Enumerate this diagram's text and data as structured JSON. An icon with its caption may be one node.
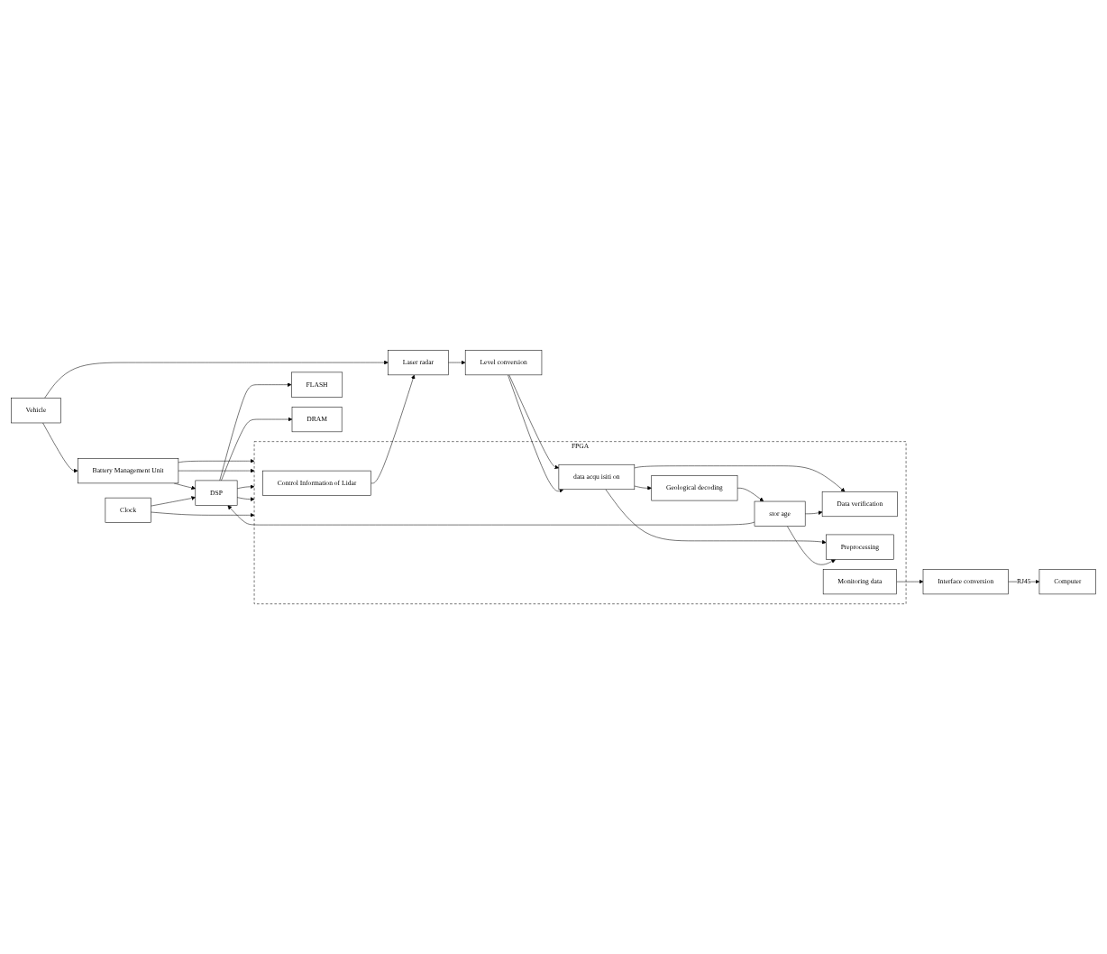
{
  "diagram": {
    "nodes": [
      {
        "text": [
          "Battery Management Unit"
        ]
      },
      {
        "text": [
          "FPGA"
        ]
      },
      {
        "text": [
          "Control Information of Lidar"
        ],
        "in": 1
      },
      {
        "text": [
          "Data verification"
        ],
        "in": 1
      },
      {
        "text": [
          "data acqu isiti on"
        ],
        "in": 1
      },
      {
        "text": [
          "Geological decoding"
        ],
        "in": 1
      },
      {
        "text": [
          "stor age"
        ],
        "in": 1
      },
      {
        "text": [
          "Preprocessing"
        ],
        "in": 1
      },
      {
        "text": [
          "Monitoring data"
        ],
        "in": 1
      },
      {
        "text": [
          "Vehicle"
        ]
      },
      {
        "text": [
          "Level conversion"
        ]
      },
      {
        "text": [
          "Laser radar"
        ]
      },
      {
        "text": [
          "DSP"
        ]
      },
      {
        "text": [
          "FLASH"
        ]
      },
      {
        "text": [
          "DRAM"
        ]
      },
      {
        "text": [
          "Clock"
        ]
      },
      {
        "text": [
          "Computer"
        ]
      },
      {
        "text": [
          "Interface conversion"
        ]
      }
    ],
    "edges": [
      {
        "from": 9,
        "to": 0,
        "arrow": "to"
      },
      {
        "from": 0,
        "to": 1,
        "arrow": "to"
      },
      {
        "from": 0,
        "to": 1,
        "arrow": "to"
      },
      {
        "from": 0,
        "to": 12,
        "arrow": "to"
      },
      {
        "from": 12,
        "to": 1,
        "arrow": "to"
      },
      {
        "from": 12,
        "to": 13,
        "arrow": "to"
      },
      {
        "from": 2,
        "to": 11,
        "arrow": "to"
      },
      {
        "from": 9,
        "to": 11,
        "arrow": "to"
      },
      {
        "from": 11,
        "to": 10,
        "arrow": "to"
      },
      {
        "from": 10,
        "to": 4,
        "arrow": "to"
      },
      {
        "from": 10,
        "to": 4,
        "arrow": "to"
      },
      {
        "from": 4,
        "to": 3,
        "arrow": "to"
      },
      {
        "from": 4,
        "to": 5,
        "arrow": "to"
      },
      {
        "from": 4,
        "to": 7,
        "arrow": "to"
      },
      {
        "from": 6,
        "to": 3,
        "arrow": "to"
      },
      {
        "from": 5,
        "to": 6,
        "arrow": "to"
      },
      {
        "from": 6,
        "to": 7,
        "arrow": "to"
      },
      {
        "from": 6,
        "to": 12,
        "arrow": "to"
      },
      {
        "from": 12,
        "to": 14,
        "arrow": "to"
      },
      {
        "from": 12,
        "to": 1,
        "arrow": "to"
      },
      {
        "from": 15,
        "to": 12,
        "arrow": "to"
      },
      {
        "from": 15,
        "to": 1,
        "arrow": "to"
      },
      {
        "from": 8,
        "to": 17,
        "arrow": "to"
      },
      {
        "from": 17,
        "to": 16,
        "arrow": "to",
        "label": "RJ45"
      }
    ]
  }
}
